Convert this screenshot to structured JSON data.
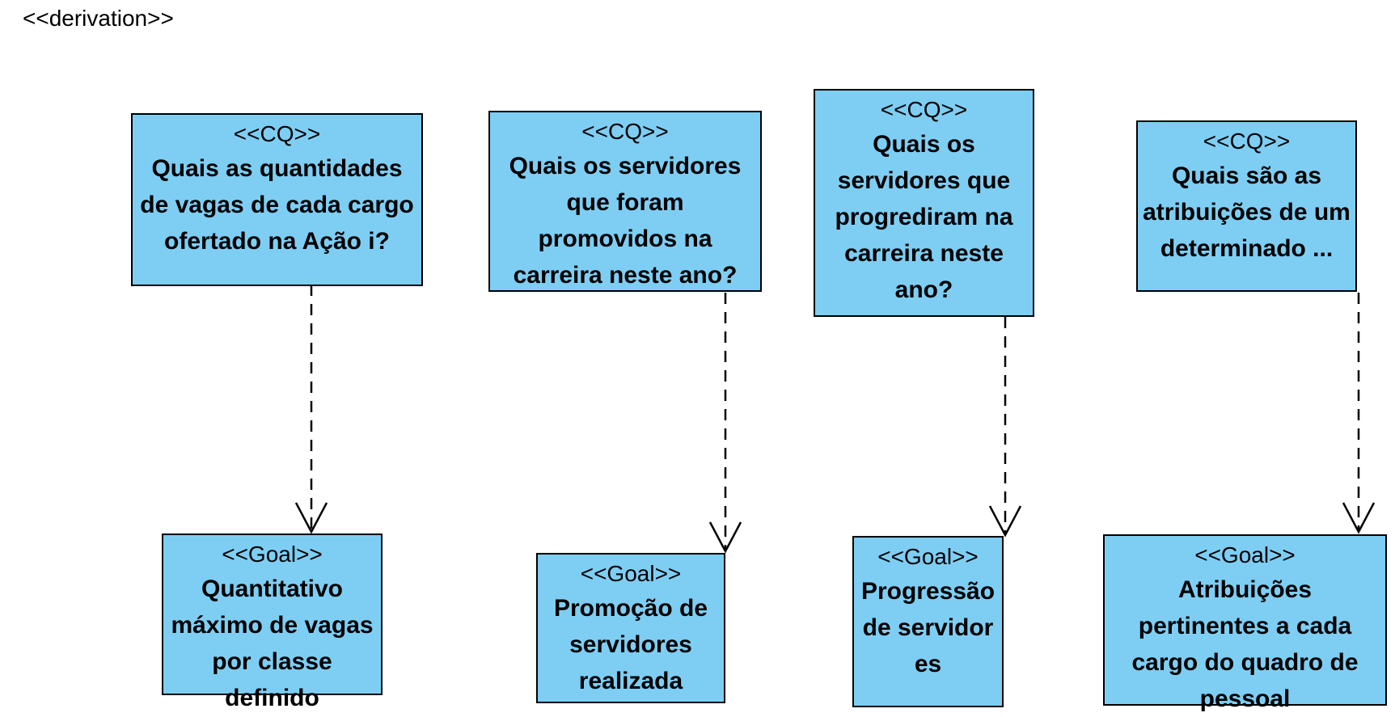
{
  "diagram": {
    "relation_label": "<<derivation>>",
    "questions": [
      {
        "stereotype": "<<CQ>>",
        "text": "Quais as quantidades de vagas de cada cargo ofertado na Ação i?"
      },
      {
        "stereotype": "<<CQ>>",
        "text": "Quais os servidores que foram promovidos na carreira neste ano?"
      },
      {
        "stereotype": "<<CQ>>",
        "text": "Quais os servidores que progrediram na carreira neste ano?"
      },
      {
        "stereotype": "<<CQ>>",
        "text": "Quais são as atribuições de um determinado ..."
      }
    ],
    "goals": [
      {
        "stereotype": "<<Goal>>",
        "text": "Quantitativo máximo de vagas por classe definido"
      },
      {
        "stereotype": "<<Goal>>",
        "text": "Promoção de servidores realizada"
      },
      {
        "stereotype": "<<Goal>>",
        "text": "Progressão de servidores"
      },
      {
        "stereotype": "<<Goal>>",
        "text": "Atribuições pertinentes a cada cargo do quadro de pessoal"
      }
    ]
  }
}
